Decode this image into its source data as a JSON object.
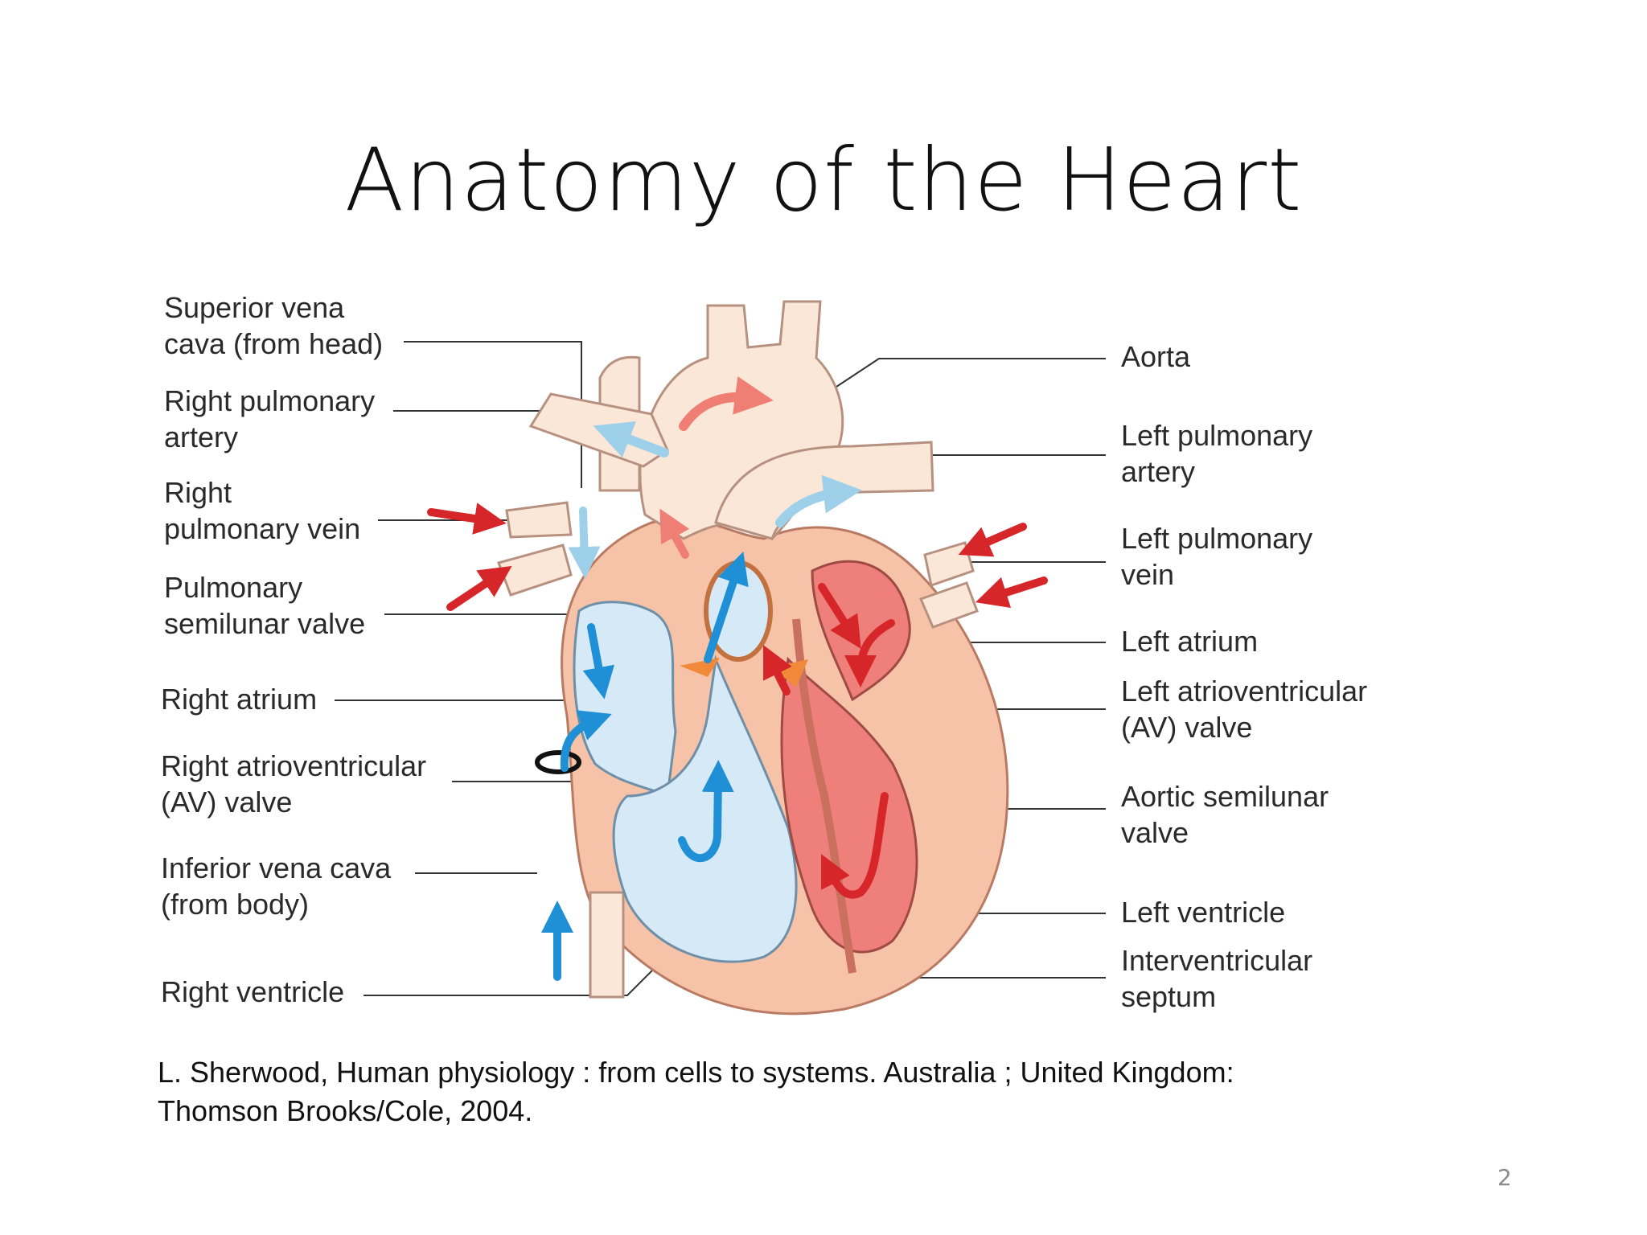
{
  "slide": {
    "title": "Anatomy of the Heart",
    "page_number": "2",
    "citation": "L. Sherwood, Human physiology : from cells to systems. Australia ; United Kingdom:\nThomson Brooks/Cole, 2004."
  },
  "diagram": {
    "labels_left": [
      "Superior vena\ncava (from head)",
      "Right pulmonary\nartery",
      "Right\npulmonary vein",
      "Pulmonary\nsemilunar valve",
      "Right atrium",
      "Right atrioventricular\n(AV) valve",
      "Inferior vena cava\n(from body)",
      "Right ventricle"
    ],
    "labels_right": [
      "Aorta",
      "Left pulmonary\nartery",
      "Left pulmonary\nvein",
      "Left atrium",
      "Left atrioventricular\n(AV) valve",
      "Aortic semilunar\nvalve",
      "Left ventricle",
      "Interventricular\nseptum"
    ],
    "colors": {
      "oxygenated_arrow": "#d7262a",
      "deoxygenated_arrow": "#1f8fd6",
      "right_chamber_fill": "#d6e9f7",
      "left_chamber_fill": "#ee7f7a",
      "myocardium_fill": "#f6c3a8",
      "vessel_fill": "#fbe7d8",
      "valve_fill": "#f08a3a"
    }
  }
}
